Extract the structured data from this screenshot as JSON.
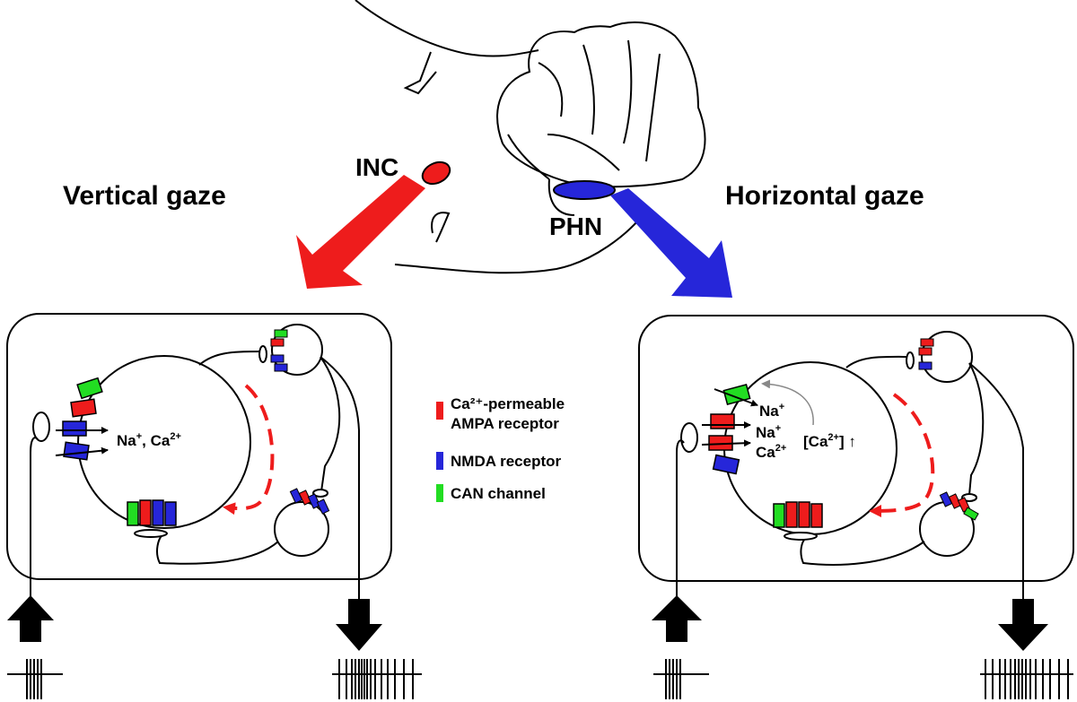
{
  "titles": {
    "left": "Vertical gaze",
    "right": "Horizontal gaze"
  },
  "nuclei": {
    "inc": "INC",
    "phn": "PHN"
  },
  "left_panel": {
    "ions_a": "Na",
    "ions_sep": ", Ca"
  },
  "right_panel": {
    "na1": "Na",
    "na2": "Na",
    "ca": "Ca",
    "calcium_pre": "[Ca",
    "calcium_post": "] ↑"
  },
  "legend": {
    "items": [
      {
        "name": "ampa",
        "lines": [
          "Ca²⁺-permeable",
          "AMPA receptor"
        ],
        "color": "#ee1c1c"
      },
      {
        "name": "nmda",
        "lines": [
          "NMDA receptor"
        ],
        "color": "#2626d9"
      },
      {
        "name": "can",
        "lines": [
          "CAN channel"
        ],
        "color": "#22dd22"
      }
    ]
  },
  "colors": {
    "ampa": "#ee1c1c",
    "nmda": "#2626d9",
    "can": "#22dd22",
    "inc": "#ee1c1c",
    "phn": "#2626d9"
  },
  "superscripts": {
    "plus": "+",
    "two_plus": "2+"
  }
}
